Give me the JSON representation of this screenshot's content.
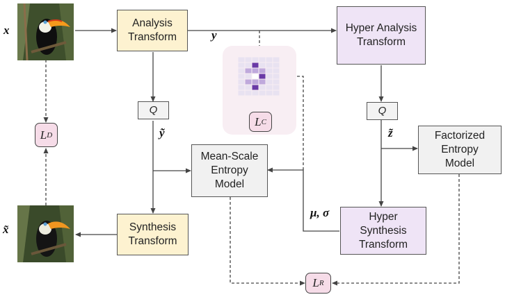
{
  "inputs": {
    "x": "x",
    "x_hat": "x̃"
  },
  "nodes": {
    "analysis": [
      "Analysis",
      "Transform"
    ],
    "synthesis": [
      "Synthesis",
      "Transform"
    ],
    "hyper_analysis": [
      "Hyper Analysis",
      "Transform"
    ],
    "hyper_synthesis": [
      "Hyper",
      "Synthesis",
      "Transform"
    ],
    "mean_scale": [
      "Mean-Scale",
      "Entropy",
      "Model"
    ],
    "factorized": [
      "Factorized",
      "Entropy",
      "Model"
    ],
    "q1": "Q",
    "q2": "Q"
  },
  "signals": {
    "y": "y",
    "y_tilde": "ỹ",
    "z_tilde": "z̃",
    "mu_sigma": "μ, σ"
  },
  "losses": {
    "ld": "D",
    "lc": "C",
    "lr": "R",
    "prefix": "L"
  },
  "colors": {
    "transform": "#fdf2d0",
    "hyper": "#efe4f6",
    "entropy": "#f1f1f1",
    "loss": "#f6dce8",
    "context": "#f8eef3"
  }
}
